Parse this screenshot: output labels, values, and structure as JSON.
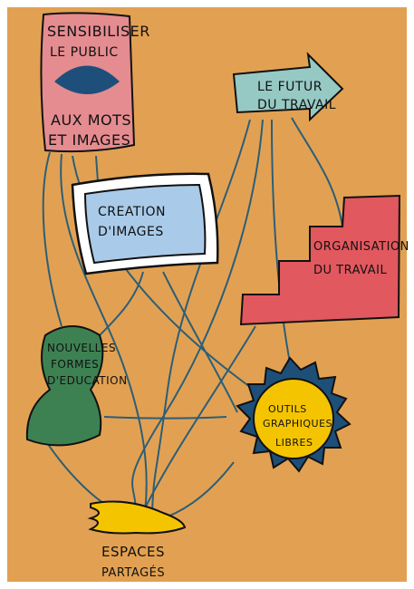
{
  "colors": {
    "background": "#e2a152",
    "line": "#2d5e78",
    "outline": "#111111",
    "pink": "#e58c90",
    "eye": "#1e4f7a",
    "teal": "#97c9c4",
    "light_blue": "#a9cbe9",
    "white": "#ffffff",
    "red": "#e1585e",
    "green": "#3d8153",
    "navy": "#1d4f79",
    "yellow": "#f5c400"
  },
  "nodes": {
    "sensibiliser": {
      "line1": "SENSIBILISER",
      "line2": "LE PUBLIC",
      "line3": "AUX MOTS",
      "line4": "ET IMAGES"
    },
    "futur": {
      "line1": "LE FUTUR",
      "line2": "DU TRAVAIL"
    },
    "creation": {
      "line1": "CREATION",
      "line2": "D'IMAGES"
    },
    "organisation": {
      "line1": "ORGANISATION",
      "line2": "DU TRAVAIL"
    },
    "nouvelles": {
      "line1": "NOUVELLES",
      "line2": "FORMES",
      "line3": "D'EDUCATION"
    },
    "outils": {
      "line1": "OUTILS",
      "line2": "GRAPHIQUES",
      "line3": "LIBRES"
    },
    "espaces": {
      "line1": "ESPACES",
      "line2": "PARTAGÉS"
    }
  },
  "edges": [
    [
      "sensibiliser",
      "creation"
    ],
    [
      "sensibiliser",
      "nouvelles"
    ],
    [
      "sensibiliser",
      "outils"
    ],
    [
      "sensibiliser",
      "espaces"
    ],
    [
      "futur",
      "organisation"
    ],
    [
      "futur",
      "espaces"
    ],
    [
      "futur",
      "outils"
    ],
    [
      "creation",
      "nouvelles"
    ],
    [
      "creation",
      "outils"
    ],
    [
      "creation",
      "espaces"
    ],
    [
      "organisation",
      "espaces"
    ],
    [
      "nouvelles",
      "outils"
    ],
    [
      "outils",
      "espaces"
    ]
  ]
}
